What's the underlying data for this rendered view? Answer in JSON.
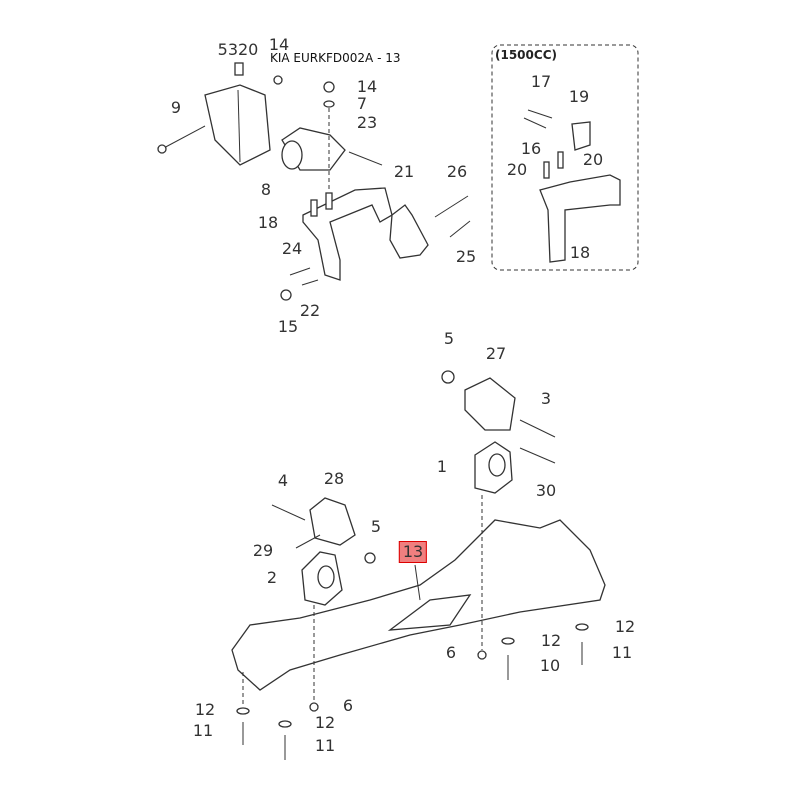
{
  "title": "KIA EURKFD002A - 13",
  "variant_label": "(1500CC)",
  "highlight_color": "#f07f7f",
  "labels": [
    {
      "id": "l5320",
      "text": "5320"
    },
    {
      "id": "l14a",
      "text": "14"
    },
    {
      "id": "l14b",
      "text": "14"
    },
    {
      "id": "l7",
      "text": "7"
    },
    {
      "id": "l9",
      "text": "9"
    },
    {
      "id": "l23",
      "text": "23"
    },
    {
      "id": "l21",
      "text": "21"
    },
    {
      "id": "l26",
      "text": "26"
    },
    {
      "id": "l8",
      "text": "8"
    },
    {
      "id": "l18a",
      "text": "18"
    },
    {
      "id": "l24",
      "text": "24"
    },
    {
      "id": "l25",
      "text": "25"
    },
    {
      "id": "l22",
      "text": "22"
    },
    {
      "id": "l15",
      "text": "15"
    },
    {
      "id": "l17",
      "text": "17"
    },
    {
      "id": "l19",
      "text": "19"
    },
    {
      "id": "l16",
      "text": "16"
    },
    {
      "id": "l20a",
      "text": "20"
    },
    {
      "id": "l20b",
      "text": "20"
    },
    {
      "id": "l18b",
      "text": "18"
    },
    {
      "id": "l5a",
      "text": "5"
    },
    {
      "id": "l27",
      "text": "27"
    },
    {
      "id": "l3",
      "text": "3"
    },
    {
      "id": "l1",
      "text": "1"
    },
    {
      "id": "l30",
      "text": "30"
    },
    {
      "id": "l4",
      "text": "4"
    },
    {
      "id": "l28",
      "text": "28"
    },
    {
      "id": "l5b",
      "text": "5"
    },
    {
      "id": "l13",
      "text": "13"
    },
    {
      "id": "l29",
      "text": "29"
    },
    {
      "id": "l2",
      "text": "2"
    },
    {
      "id": "l12a",
      "text": "12"
    },
    {
      "id": "l12b",
      "text": "12"
    },
    {
      "id": "l6a",
      "text": "6"
    },
    {
      "id": "l11a",
      "text": "11"
    },
    {
      "id": "l10",
      "text": "10"
    },
    {
      "id": "l12c",
      "text": "12"
    },
    {
      "id": "l6b",
      "text": "6"
    },
    {
      "id": "l12d",
      "text": "12"
    },
    {
      "id": "l11b",
      "text": "11"
    },
    {
      "id": "l11c",
      "text": "11"
    }
  ]
}
